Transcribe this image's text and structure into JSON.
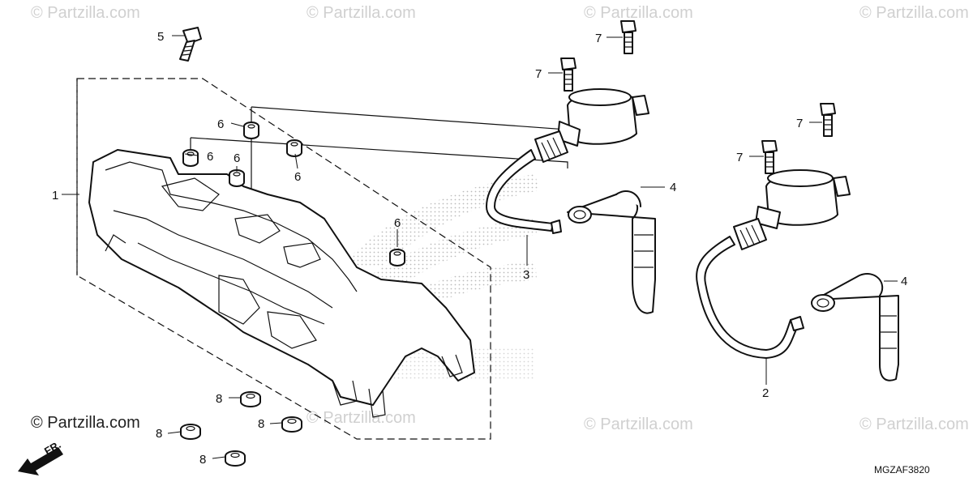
{
  "watermarks": [
    "© Partzilla.com",
    "© Partzilla.com",
    "© Partzilla.com",
    "© Partzilla.com",
    "© Partzilla.com",
    "© Partzilla.com",
    "© Partzilla.com",
    "© Partzilla.com"
  ],
  "watermark_main": "© Partzilla.com",
  "diagram_code": "MGZAF3820",
  "front_label": "FR.",
  "callouts": {
    "c1": "1",
    "c2": "2",
    "c3": "3",
    "c4a": "4",
    "c4b": "4",
    "c5": "5",
    "c6a": "6",
    "c6b": "6",
    "c6c": "6",
    "c6d": "6",
    "c6e": "6",
    "c7a": "7",
    "c7b": "7",
    "c7c": "7",
    "c7d": "7",
    "c8a": "8",
    "c8b": "8",
    "c8c": "8",
    "c8d": "8"
  },
  "colors": {
    "line": "#111111",
    "watermark": "#d0d0d0",
    "background": "#ffffff"
  }
}
